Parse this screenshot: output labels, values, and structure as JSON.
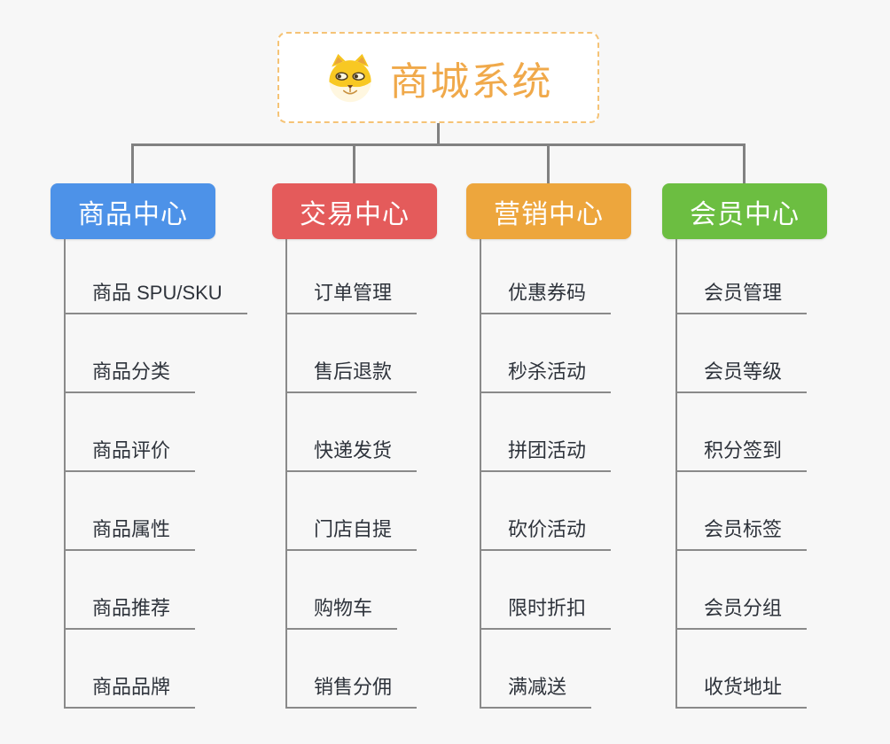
{
  "root": {
    "title": "商城系统",
    "icon": "dog-face-icon",
    "border_color": "#F5C376",
    "title_color": "#F0A94A"
  },
  "canvas": {
    "background": "#F7F7F7",
    "connector_color": "#818181"
  },
  "branches": [
    {
      "label": "商品中心",
      "color": "#4D92E8",
      "children": [
        "商品 SPU/SKU",
        "商品分类",
        "商品评价",
        "商品属性",
        "商品推荐",
        "商品品牌"
      ]
    },
    {
      "label": "交易中心",
      "color": "#E45B5B",
      "children": [
        "订单管理",
        "售后退款",
        "快递发货",
        "门店自提",
        "购物车",
        "销售分佣"
      ]
    },
    {
      "label": "营销中心",
      "color": "#EDA63D",
      "children": [
        "优惠券码",
        "秒杀活动",
        "拼团活动",
        "砍价活动",
        "限时折扣",
        "满减送"
      ]
    },
    {
      "label": "会员中心",
      "color": "#6CBE41",
      "children": [
        "会员管理",
        "会员等级",
        "积分签到",
        "会员标签",
        "会员分组",
        "收货地址"
      ]
    }
  ]
}
